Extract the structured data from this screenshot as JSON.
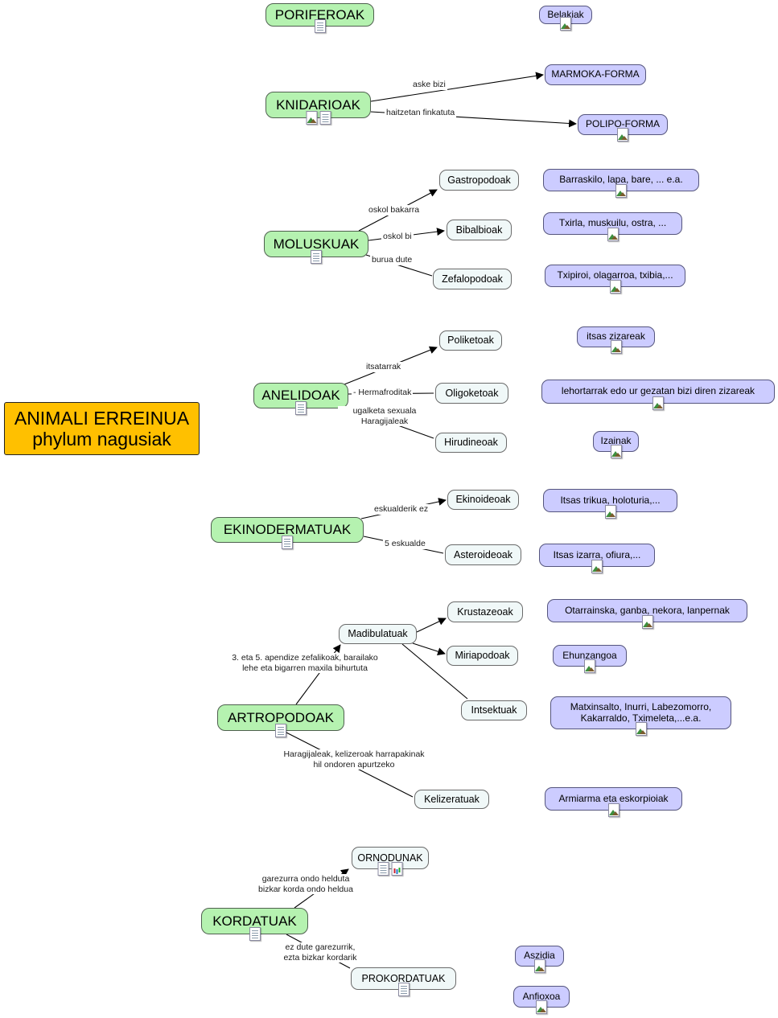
{
  "colors": {
    "phylum_box": "#b5f2b0",
    "class_box": "#f0f8f8",
    "example_box": "#ccccff",
    "title_box": "#ffc000",
    "line": "#000000"
  },
  "title": "ANIMALI ERREINUA\nphylum nagusiak",
  "nodes": {
    "poriferoak": "PORIFEROAK",
    "knidarioak": "KNIDARIOAK",
    "moluskuak": "MOLUSKUAK",
    "anelidoak": "ANELIDOAK",
    "ekinodermatuak": "EKINODERMATUAK",
    "artropodoak": "ARTROPODOAK",
    "kordatuak": "KORDATUAK",
    "gastropodoak": "Gastropodoak",
    "bibalbioak": "Bibalbioak",
    "zefalopodoak": "Zefalopodoak",
    "poliketoak": "Poliketoak",
    "oligoketoak": "Oligoketoak",
    "hirudineoak": "Hirudineoak",
    "ekinoideoak": "Ekinoideoak",
    "asteroideoak": "Asteroideoak",
    "madibulatuak": "Madibulatuak",
    "krustazeoak": "Krustazeoak",
    "miriapodoak": "Miriapodoak",
    "intsektuak": "Intsektuak",
    "kelizeratuak": "Kelizeratuak",
    "ornodunak": "ORNODUNAK",
    "prokordatuak": "PROKORDATUAK",
    "belakiak": "Belakiak",
    "marmoka_forma": "MARMOKA-FORMA",
    "polipo_forma": "POLIPO-FORMA",
    "barraskilo": "Barraskilo, lapa, bare, ... e.a.",
    "txirla": "Txirla, muskuilu, ostra, ...",
    "txipiroi": "Txipiroi, olagarroa, txibia,...",
    "itsas_zizareak": "itsas zizareak",
    "lehortarrak": "lehortarrak edo ur gezatan bizi diren zizareak",
    "izainak": "Izainak",
    "itsas_trikua": "Itsas trikua, holoturia,...",
    "itsas_izarra": "Itsas izarra, ofiura,...",
    "otarrainska": "Otarrainska, ganba, nekora, lanpernak",
    "ehunzangoa": "Ehunzangoa",
    "matxinsalto": "Matxinsalto, Inurri, Labezomorro,\nKakarraldo, Tximeleta,...e.a.",
    "armiarma": "Armiarma eta eskorpioiak",
    "aszidia": "Aszidia",
    "anfioxoa": "Anfioxoa"
  },
  "edge_labels": {
    "aske_bizi": "aske bizi",
    "haitzetan_finkatuta": "haitzetan finkatuta",
    "oskol_bakarra": "oskol bakarra",
    "oskol_bi": "oskol bi",
    "burua_dute": "burua dute",
    "itsatarrak": "itsatarrak",
    "hermafroditak": "- Hermafroditak",
    "ugalketa_sexuala": "ugalketa sexuala\nHaragijaleak",
    "eskualderik_ez": "eskualderik ez",
    "bost_eskualde": "5 eskualde",
    "apendizeak": "3. eta 5. apendize zefalikoak, barailako\nlehe eta bigarren maxila bihurtuta",
    "kelizeroak": "Haragijaleak, kelizeroak harrapakinak\nhil ondoren apurtzeko",
    "garezurra": "garezurra ondo helduta\nbizkar korda ondo heldua",
    "ez_dute_garezurrik": "ez dute garezurrik,\nezta bizkar kordarik"
  }
}
